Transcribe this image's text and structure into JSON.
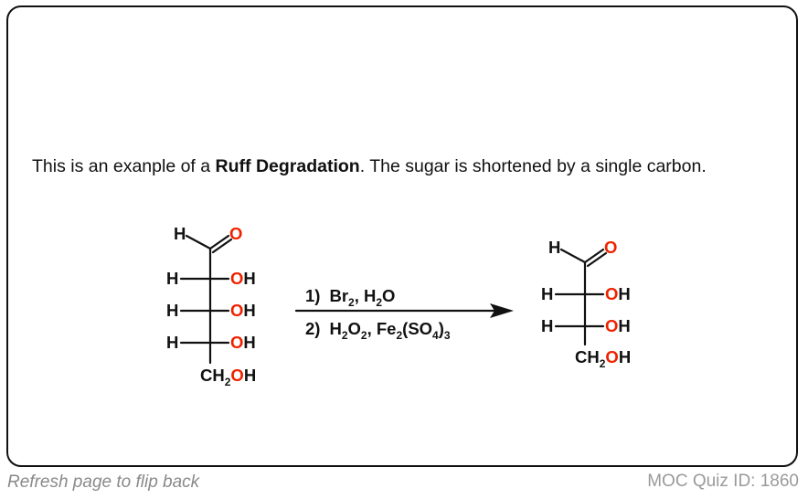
{
  "card": {
    "sentence_pre": "This is an exanple of a ",
    "sentence_bold": "Ruff Degradation",
    "sentence_post": ". The sugar is shortened by a single carbon."
  },
  "colors": {
    "oxygen": "#ee2200",
    "ink": "#111111",
    "footer": "#8a8a8a"
  },
  "scheme": {
    "reactant": {
      "aldehyde_h": "H",
      "aldehyde_o": "O",
      "rows": [
        {
          "left": "H",
          "right_o": "O",
          "right_h": "H"
        },
        {
          "left": "H",
          "right_o": "O",
          "right_h": "H"
        },
        {
          "left": "H",
          "right_o": "O",
          "right_h": "H"
        }
      ],
      "terminal": {
        "c": "CH",
        "sub": "2",
        "o": "O",
        "h": "H"
      }
    },
    "reagents": {
      "step1": {
        "num": "1)",
        "t1": "Br",
        "s1": "2",
        "t2": ", H",
        "s2": "2",
        "t3": "O"
      },
      "step2": {
        "num": "2)",
        "t1": "H",
        "s1": "2",
        "t2": "O",
        "s2": "2",
        "t3": ", Fe",
        "s3": "2",
        "t4": "(SO",
        "s4": "4",
        "t5": ")",
        "s5": "3"
      }
    },
    "product": {
      "aldehyde_h": "H",
      "aldehyde_o": "O",
      "rows": [
        {
          "left": "H",
          "right_o": "O",
          "right_h": "H"
        },
        {
          "left": "H",
          "right_o": "O",
          "right_h": "H"
        }
      ],
      "terminal": {
        "c": "CH",
        "sub": "2",
        "o": "O",
        "h": "H"
      }
    }
  },
  "footer": {
    "left": "Refresh page to flip back",
    "right": "MOC Quiz ID: 1860"
  }
}
